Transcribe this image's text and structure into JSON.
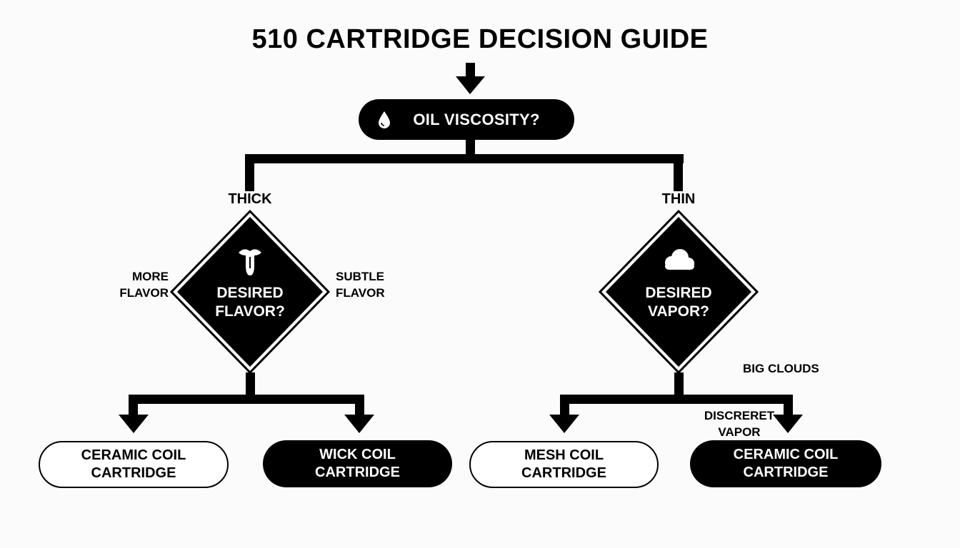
{
  "title": "510 CARTRIDGE DECISION GUIDE",
  "root": {
    "label": "OIL VISCOSITY?",
    "icon": "droplet-icon"
  },
  "branches": {
    "left": {
      "label": "THICK"
    },
    "right": {
      "label": "THIN"
    }
  },
  "decisions": {
    "flavor": {
      "line1": "DESIRED",
      "line2": "FLAVOR?",
      "icon": "tongue-icon",
      "left_label": [
        "MORE",
        "FLAVOR"
      ],
      "right_label": [
        "SUBTLE",
        "FLAVOR"
      ]
    },
    "vapor": {
      "line1": "DESIRED",
      "line2": "VAPOR?",
      "icon": "cloud-icon",
      "left_label": [
        "BIG CLOUDS"
      ],
      "right_label": [
        "DISCRERET",
        "VAPOR"
      ]
    }
  },
  "outcomes": [
    {
      "line1": "CERAMIC COIL",
      "line2": "CARTRIDGE",
      "style": "light"
    },
    {
      "line1": "WICK COIL",
      "line2": "CARTRIDGE",
      "style": "dark"
    },
    {
      "line1": "MESH COIL",
      "line2": "CARTRIDGE",
      "style": "light"
    },
    {
      "line1": "CERAMIC COIL",
      "line2": "CARTRIDGE",
      "style": "dark"
    }
  ],
  "colors": {
    "ink": "#000000",
    "background": "#fbfbfb",
    "pill_light": "#ffffff"
  }
}
